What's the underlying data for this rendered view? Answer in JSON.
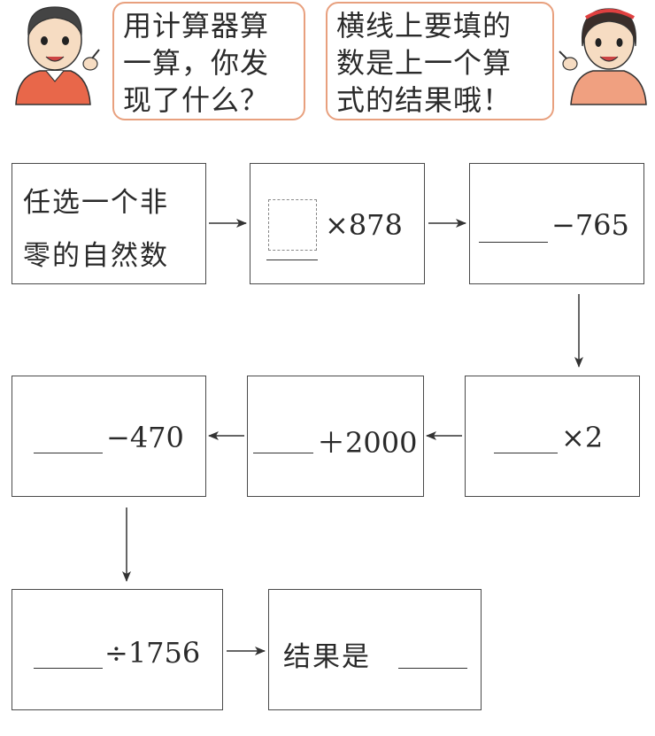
{
  "speech": {
    "boy_lines": [
      "用计算器算",
      "一算，你发",
      "现了什么？"
    ],
    "girl_lines": [
      "横线上要填的",
      "数是上一个算",
      "式的结果哦！"
    ]
  },
  "flow": {
    "start_line1": "任选一个非",
    "start_line2": "零的自然数",
    "step1_op": "×878",
    "step2_op": "−765",
    "step3_op": "×2",
    "step4_op": "＋2000",
    "step5_op": "−470",
    "step6_op": "÷1756",
    "result_label": "结果是"
  },
  "colors": {
    "bubble_border": "#e8a07e",
    "box_border": "#4a4a4a",
    "boy_shirt": "#e8674a",
    "girl_shirt": "#f0a080"
  }
}
